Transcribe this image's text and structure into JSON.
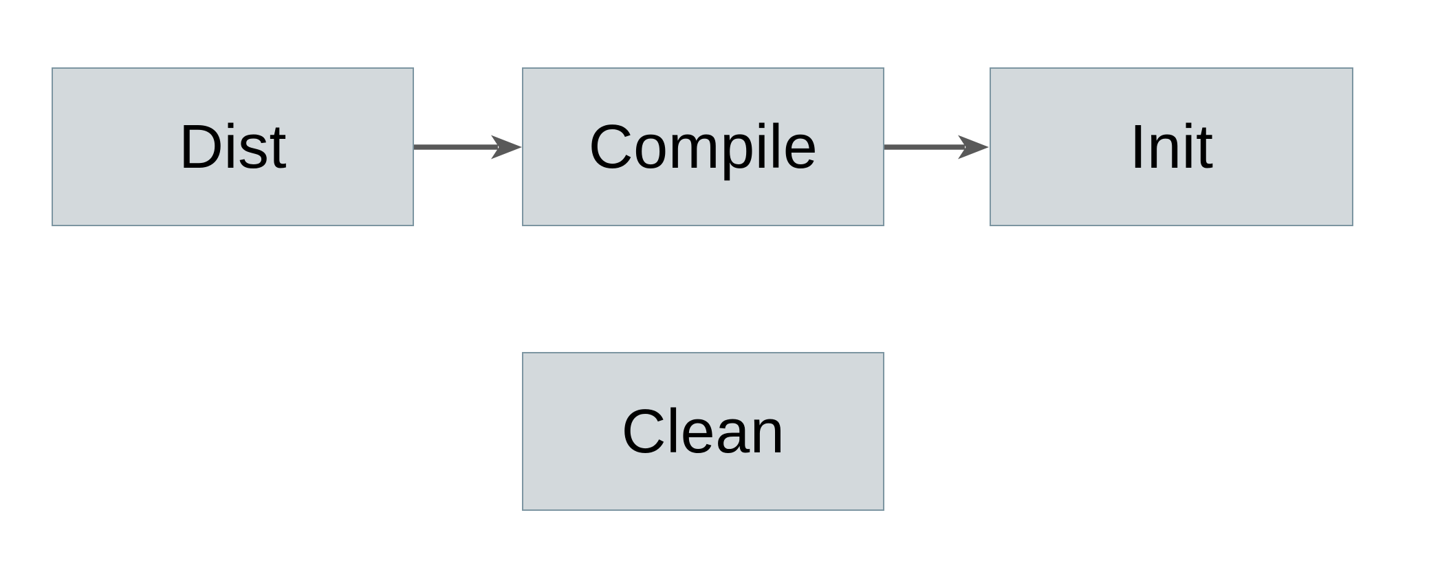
{
  "diagram": {
    "type": "flowchart",
    "nodes": [
      {
        "id": "dist",
        "label": "Dist"
      },
      {
        "id": "compile",
        "label": "Compile"
      },
      {
        "id": "init",
        "label": "Init"
      },
      {
        "id": "clean",
        "label": "Clean"
      }
    ],
    "edges": [
      {
        "from": "Dist",
        "to": "Compile",
        "direction": "right",
        "style": "solid-arrow"
      },
      {
        "from": "Compile",
        "to": "Init",
        "direction": "right",
        "style": "solid-arrow"
      }
    ]
  },
  "theme": {
    "background": "#ffffff",
    "node_fill": "#d3d9dc",
    "node_border": "#7c95a1",
    "arrow_color": "#595959",
    "text_color": "#000000"
  }
}
